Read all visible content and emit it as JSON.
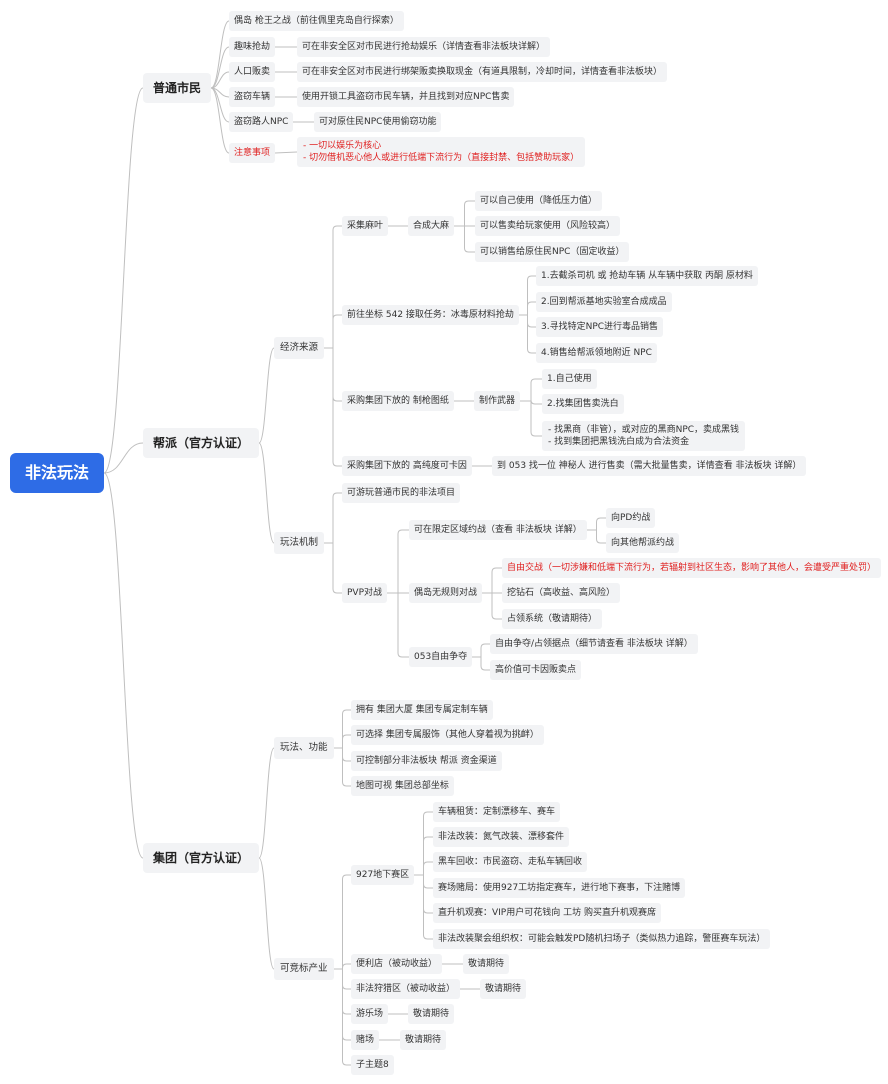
{
  "root": {
    "label": "非法玩法"
  },
  "branches": {
    "civilian": {
      "label": "普通市民",
      "items": {
        "island": "偶岛 枪王之战（前往佩里克岛自行探索）",
        "robbery": "趣味抢劫",
        "robbery_desc": "可在非安全区对市民进行抢劫娱乐（详情查看非法板块详解）",
        "trafficking": "人口贩卖",
        "trafficking_desc": "可在非安全区对市民进行绑架贩卖换取现金（有道具限制，冷却时间，详情查看非法板块）",
        "car_theft": "盗窃车辆",
        "car_theft_desc": "使用开锁工具盗窃市民车辆，并且找到对应NPC售卖",
        "pickpocket": "盗窃路人NPC",
        "pickpocket_desc": "可对原住民NPC使用偷窃功能",
        "notice": "注意事项",
        "notice_1": "- 一切以娱乐为核心",
        "notice_2": "- 切勿借机恶心他人或进行低端下流行为（直接封禁、包括赞助玩家）"
      }
    },
    "gang": {
      "label": "帮派（官方认证）",
      "economy": {
        "label": "经济来源",
        "hemp": "采集麻叶",
        "synth": "合成大麻",
        "synth_1": "可以自己使用（降低压力值）",
        "synth_2": "可以售卖给玩家使用（风险较高）",
        "synth_3": "可以销售给原住民NPC（固定收益）",
        "task": "前往坐标 542 接取任务：冰毒原材料抢劫",
        "task_1": "1.去截杀司机 或 抢劫车辆 从车辆中获取 丙酮 原材料",
        "task_2": "2.回到帮派基地实验室合成成品",
        "task_3": "3.寻找特定NPC进行毒品销售",
        "task_4": "4.销售给帮派领地附近 NPC",
        "blueprint": "采购集团下放的 制枪图纸",
        "weapon": "制作武器",
        "weapon_1": "1.自己使用",
        "weapon_2": "2.找集团售卖洗白",
        "weapon_3a": "- 找黑商（非管），或对应的黑商NPC，卖成黑钱",
        "weapon_3b": "- 找到集团把黑钱洗白成为合法资金",
        "card": "采购集团下放的 高纯度可卡因",
        "card_desc": "到 053 找一位 神秘人 进行售卖（需大批量售卖，详情查看 非法板块 详解）"
      },
      "play": {
        "label": "玩法机制",
        "civ": "可游玩普通市民的非法项目",
        "pvp": "PVP对战",
        "zone": "可在限定区域约战（查看 非法板块 详解）",
        "zone_1": "向PD约战",
        "zone_2": "向其他帮派约战",
        "rules": "偶岛无规则对战",
        "rules_1": "自由交战（一切涉嫌和低端下流行为，若辐射到社区生态，影响了其他人，会遭受严重处罚）",
        "rules_2": "挖钻石（高收益、高风险）",
        "rules_3": "占领系统（敬请期待）",
        "free": "053自由争夺",
        "free_1": "自由争夺/占领据点（细节请查看 非法板块 详解）",
        "free_2": "高价值可卡因贩卖点"
      }
    },
    "group": {
      "label": "集团（官方认证）",
      "features": {
        "label": "玩法、功能",
        "f1": "拥有 集团大厦 集团专属定制车辆",
        "f2": "可选择 集团专属服饰（其他人穿着视为挑衅）",
        "f3": "可控制部分非法板块 帮派 资金渠道",
        "f4": "地图可视 集团总部坐标"
      },
      "industry": {
        "label": "可竞标产业",
        "race": "927地下赛区",
        "race_1": "车辆租赁：定制漂移车、赛车",
        "race_2": "非法改装：氮气改装、漂移套件",
        "race_3": "黑车回收：市民盗窃、走私车辆回收",
        "race_4": "赛场赌局：使用927工坊指定赛车，进行地下赛事，下注赌博",
        "race_5": "直升机观赛：VIP用户可花钱向 工坊 购买直升机观赛席",
        "race_6": "非法改装聚会组织权：可能会触发PD随机扫场子（类似热力追踪，警匪赛车玩法）",
        "store": "便利店（被动收益）",
        "store_v": "敬请期待",
        "hunt": "非法狩猎区（被动收益）",
        "hunt_v": "敬请期待",
        "park": "游乐场",
        "park_v": "敬请期待",
        "casino": "赌场",
        "casino_v": "敬请期待",
        "sub": "子主题8"
      }
    }
  },
  "colors": {
    "root_bg": "#2e6ce6",
    "line": "#bfbfbf",
    "node_bg": "#f2f3f5",
    "warn": "#e02020"
  }
}
